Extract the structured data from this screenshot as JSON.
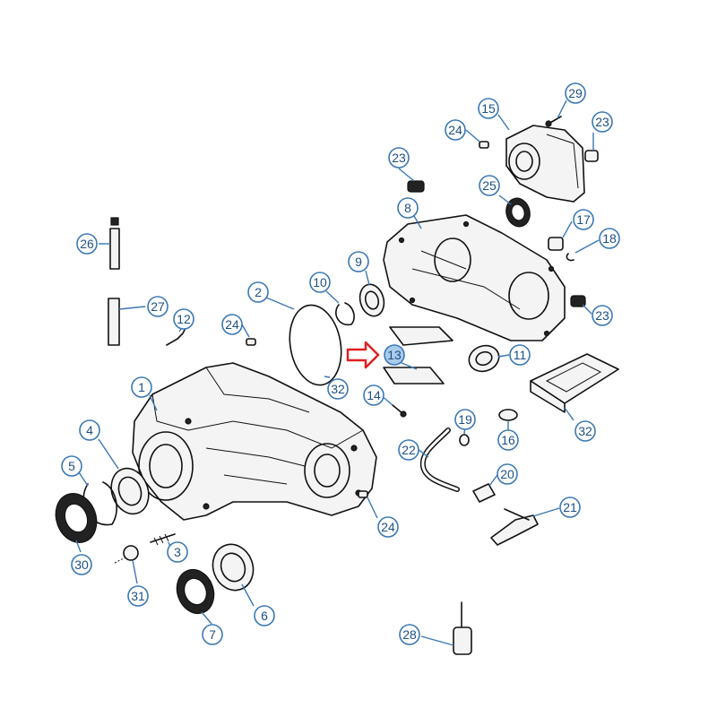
{
  "diagram": {
    "highlight_color": "#a9cbec",
    "callout_color": "#3a78b5",
    "arrow_color": "#e02020",
    "highlighted_label": "13",
    "labels": {
      "c1": "1",
      "c2": "2",
      "c3": "3",
      "c4": "4",
      "c5": "5",
      "c6": "6",
      "c7": "7",
      "c8": "8",
      "c9": "9",
      "c10": "10",
      "c11": "11",
      "c12": "12",
      "c13": "13",
      "c14": "14",
      "c15": "15",
      "c16": "16",
      "c17": "17",
      "c18": "18",
      "c19": "19",
      "c20": "20",
      "c21": "21",
      "c22": "22",
      "c23a": "23",
      "c23b": "23",
      "c23c": "23",
      "c24a": "24",
      "c24b": "24",
      "c24c": "24",
      "c25": "25",
      "c26": "26",
      "c27": "27",
      "c28": "28",
      "c29": "29",
      "c30": "30",
      "c31": "31",
      "c32a": "32",
      "c32b": "32"
    }
  }
}
